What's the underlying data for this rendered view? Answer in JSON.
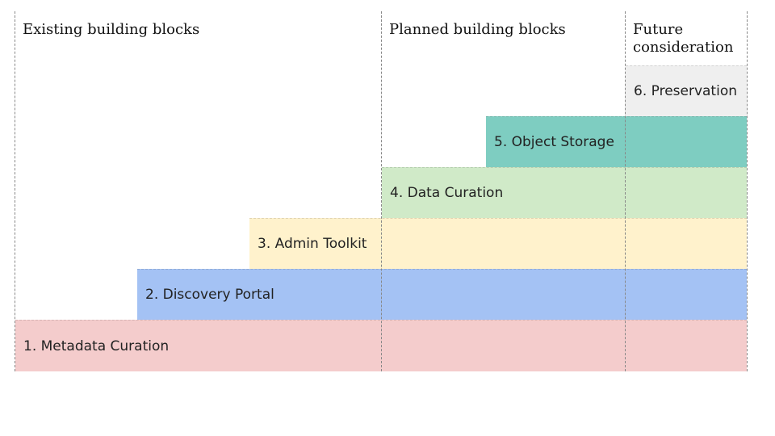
{
  "headings": {
    "existing": "Existing building blocks",
    "planned": "Planned building blocks",
    "future": "Future\nconsideration"
  },
  "blocks": [
    {
      "label": "1. Metadata Curation",
      "color": "#f4cccc"
    },
    {
      "label": "2. Discovery Portal",
      "color": "#a4c2f4"
    },
    {
      "label": "3. Admin Toolkit",
      "color": "#fff2cc"
    },
    {
      "label": "4. Data Curation",
      "color": "#d0eac8"
    },
    {
      "label": "5. Object Storage",
      "color": "#7ecdc1"
    },
    {
      "label": "6. Preservation",
      "color": "#efefef"
    }
  ]
}
